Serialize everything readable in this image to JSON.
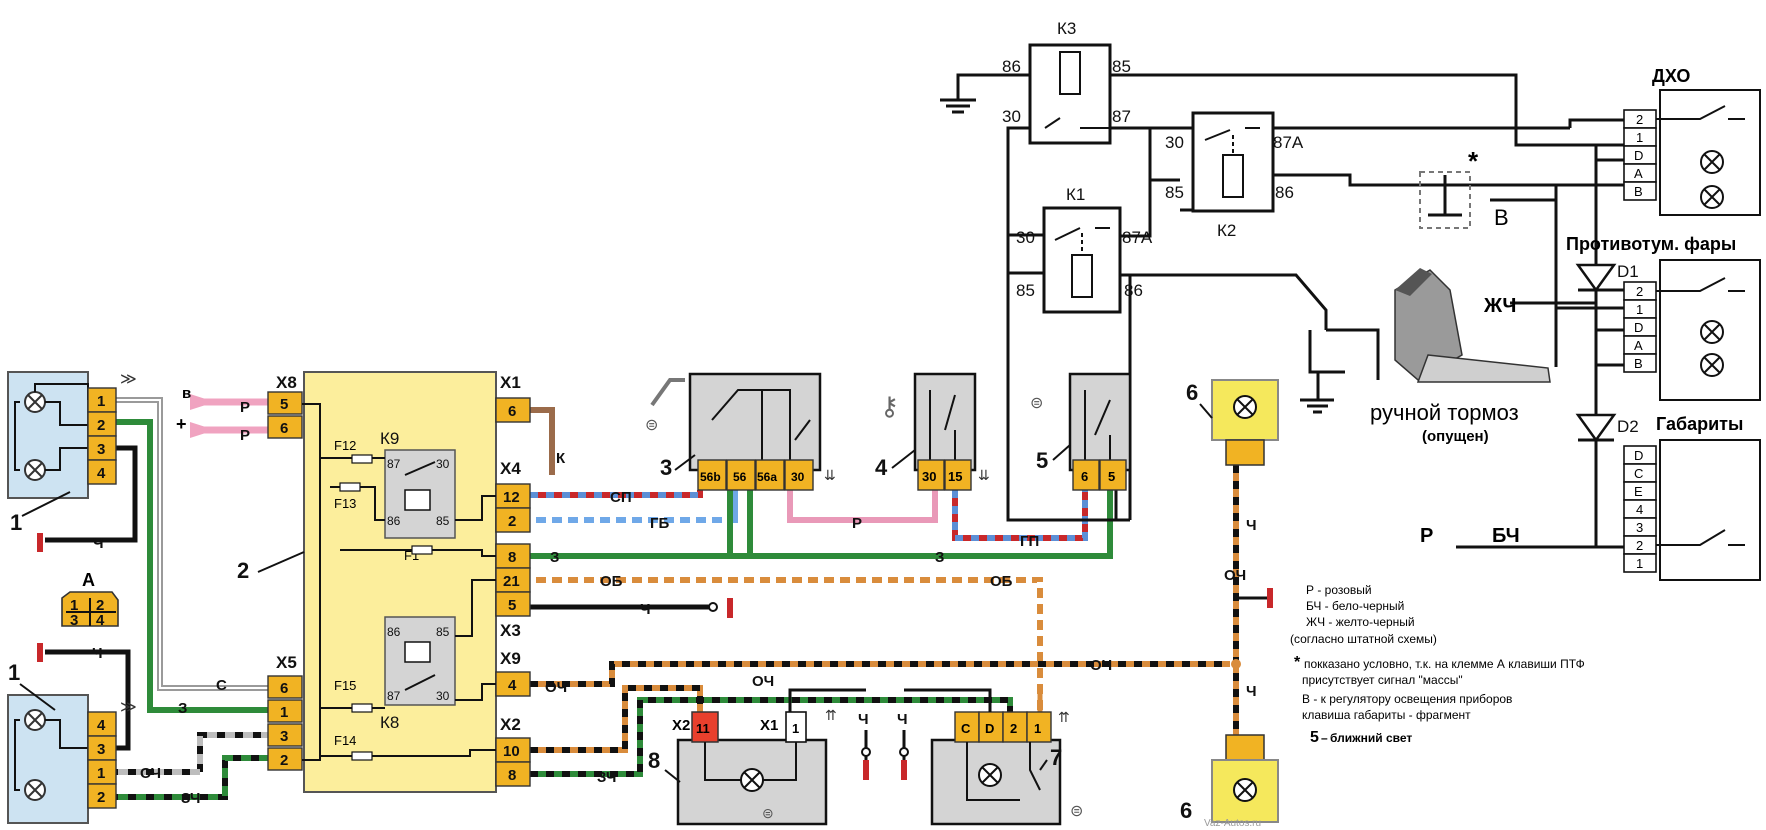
{
  "legend": {
    "colors": [
      "Р - розовый",
      "БЧ - бело-черный",
      "ЖЧ - желто-черный",
      "(согласно штатной схемы)"
    ],
    "note_star": "покказано условно, т.к. на клемме А клавиши ПТФ",
    "note_star2": "присутствует сигнал \"массы\"",
    "note_b1": "В - к регулятору освещения приборов",
    "note_b2": "клавиша габариты - фрагмент",
    "note_5": "ближний свет",
    "note_5_num": "5",
    "star": "*"
  },
  "sections": {
    "dho": "ДХО",
    "ptf": "Противотум. фары",
    "gabarity": "Габариты"
  },
  "relays": {
    "k1": "К1",
    "k2": "К2",
    "k3": "К3"
  },
  "brake": {
    "label": "ручной тормоз",
    "sub": "(опущен)"
  },
  "numbers": {
    "n1a": "1",
    "n1b": "1",
    "n2": "2",
    "n3": "3",
    "n4": "4",
    "n5": "5",
    "n6a": "6",
    "n6b": "6",
    "n7": "7",
    "n8": "8"
  },
  "block2": {
    "x8": "Х8",
    "x1": "Х1",
    "x4": "Х4",
    "x3": "Х3",
    "x9": "Х9",
    "x2": "Х2",
    "x5": "Х5",
    "k9": "К9",
    "k8": "К8",
    "f12": "F12",
    "f13": "F13",
    "f1": "F1",
    "f15": "F15",
    "f14": "F14"
  },
  "connector_a": {
    "title": "А",
    "pins": [
      "1",
      "2",
      "3",
      "4"
    ]
  },
  "wire_labels": {
    "sp": "СП",
    "gb": "ГБ",
    "r": "Р",
    "k": "К",
    "z": "З",
    "ob": "ОБ",
    "ch": "Ч",
    "s": "С",
    "sch": "СЧ",
    "zch": "ЗЧ",
    "och": "ОЧ",
    "gp": "ГП",
    "v": "В",
    "zhch": "ЖЧ",
    "bch": "БЧ",
    "plus": "+",
    "v_in": "в"
  },
  "diodes": {
    "d1": "D1",
    "d2": "D2"
  },
  "watermark": "Vaz-Autos.ru"
}
